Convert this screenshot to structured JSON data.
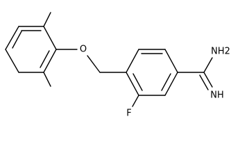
{
  "molecule": {
    "atom_labels": {
      "oxygen": "O",
      "fluorine": "F",
      "amine": "NH2",
      "imine": "NH"
    }
  },
  "colors": {
    "bond": "#000000",
    "background": "#ffffff"
  }
}
